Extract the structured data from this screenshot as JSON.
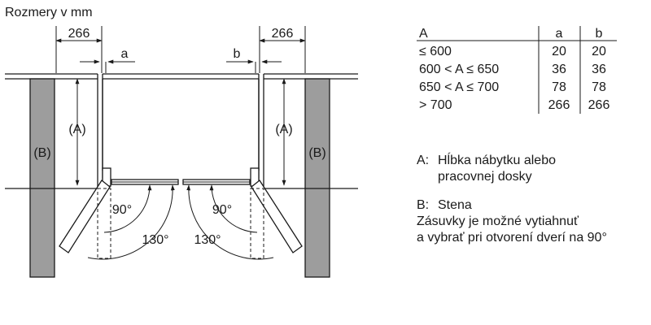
{
  "title": "Rozmery v mm",
  "dimensions": {
    "left_width": "266",
    "right_width": "266",
    "a_label": "a",
    "b_label": "b",
    "A_label": "(A)",
    "B_label": "(B)"
  },
  "angles": {
    "left_90": "90°",
    "left_130": "130°",
    "right_90": "90°",
    "right_130": "130°"
  },
  "table": {
    "headers": [
      "A",
      "a",
      "b"
    ],
    "rows": [
      [
        "≤ 600",
        "20",
        "20"
      ],
      [
        "600 < A ≤ 650",
        "36",
        "36"
      ],
      [
        "650 < A ≤ 700",
        "78",
        "78"
      ],
      [
        "> 700",
        "266",
        "266"
      ]
    ]
  },
  "legend": {
    "a_key": "A:",
    "a_line1": "Hĺbka nábytku alebo",
    "a_line2": "pracovnej dosky",
    "b_key": "B:",
    "b_line1": "Stena",
    "note_line1": "Zásuvky je možné vytiahnuť",
    "note_line2": "a vybrať pri otvorení dverí na 90°"
  },
  "colors": {
    "wall": "#9d9d9d",
    "line": "#1a1a1a"
  }
}
